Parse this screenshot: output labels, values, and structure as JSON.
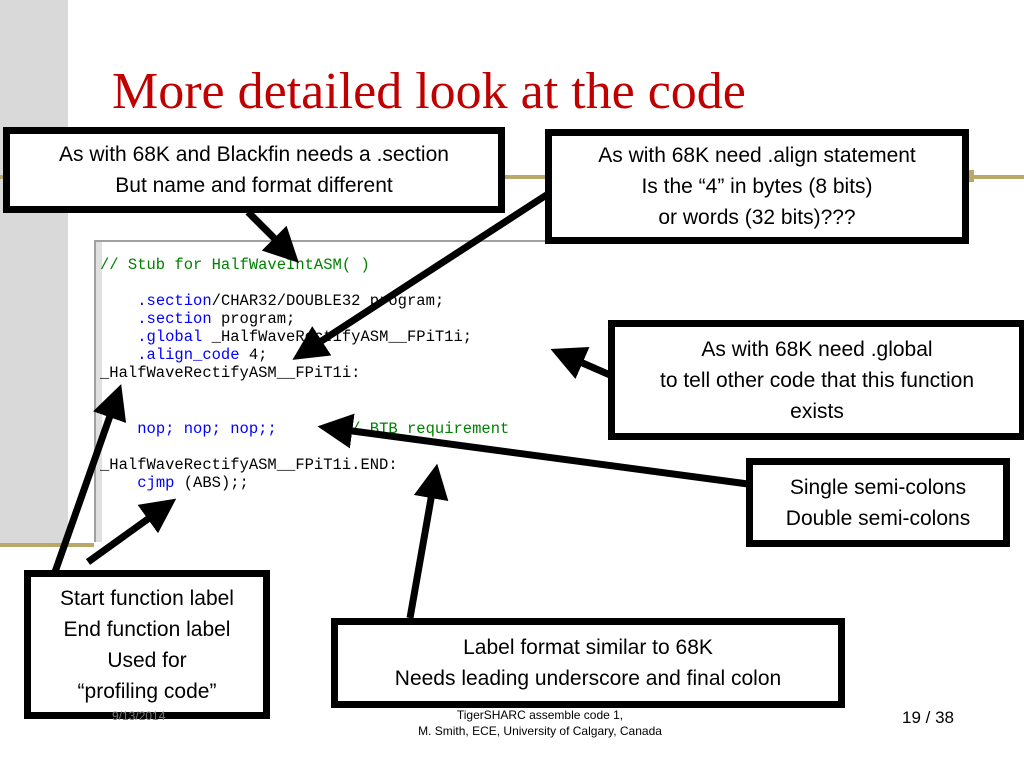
{
  "slide": {
    "title": "More detailed look at the code",
    "footer_date": "9/13/2014",
    "footer_center_line1": "TigerSHARC assemble code 1,",
    "footer_center_line2": "M. Smith, ECE, University of Calgary, Canada",
    "page_number": "19 / 38"
  },
  "code": {
    "line1": "// Stub for HalfWaveIntASM( )",
    "line2_kw": ".section",
    "line2_rest": "/CHAR32/DOUBLE32 program;",
    "line3_kw": ".section",
    "line3_rest": " program;",
    "line4_kw": ".global",
    "line4_rest": " _HalfWaveRectifyASM__FPiT1i;",
    "line5_kw": ".align_code",
    "line5_rest": " 4;",
    "line6": "_HalfWaveRectifyASM__FPiT1i:",
    "line7_code": "nop; nop; nop;;",
    "line7_comment": "// BTB requirement",
    "line8": "_HalfWaveRectifyASM__FPiT1i.END:",
    "line9_kw": "cjmp",
    "line9_rest": " (ABS);;"
  },
  "callouts": {
    "section": [
      "As with 68K and Blackfin needs a .section",
      "But name and format different"
    ],
    "align": [
      "As with 68K need .align statement",
      "Is the “4” in bytes (8 bits)",
      "or words (32 bits)???"
    ],
    "global": [
      "As with 68K need .global",
      "to tell other code that this function",
      "exists"
    ],
    "semicolons": [
      "Single semi-colons",
      "Double semi-colons"
    ],
    "function_label": [
      "Start function label",
      "End function label",
      "Used for",
      "“profiling code”"
    ],
    "label_format": [
      "Label format similar to 68K",
      "Needs leading underscore and final colon"
    ]
  },
  "colors": {
    "title": "#c00000",
    "accent_gold": "#b8a96a",
    "code_keyword": "#0000ff",
    "code_comment": "#008000"
  }
}
